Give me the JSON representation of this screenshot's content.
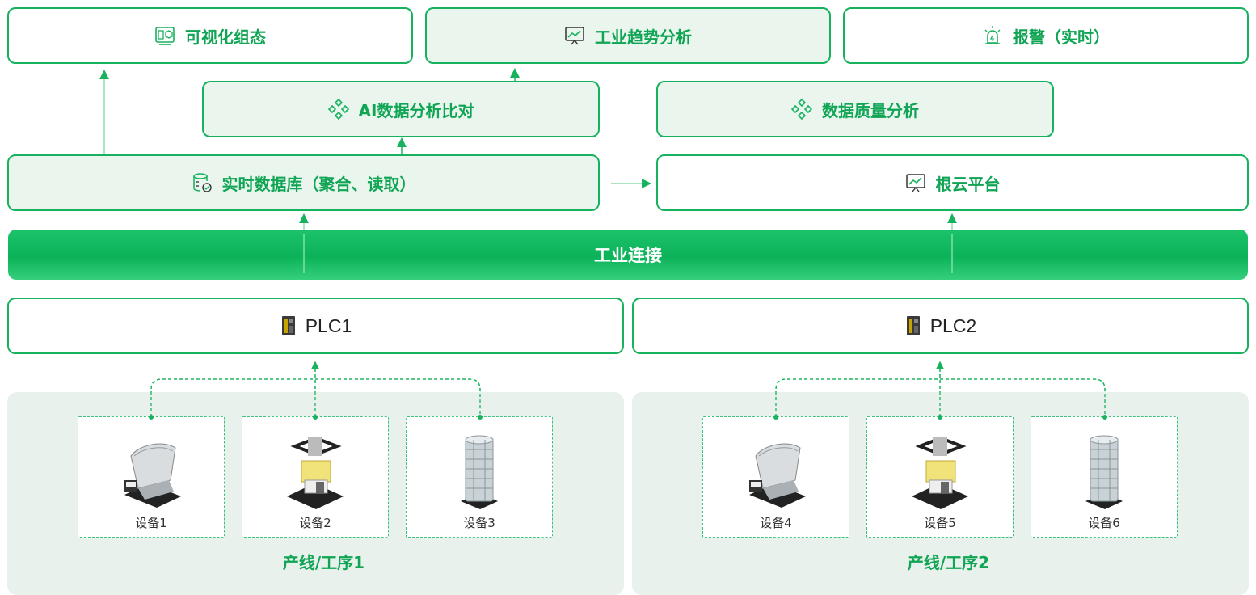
{
  "top": {
    "visual": "可视化组态",
    "trend": "工业趋势分析",
    "alarm": "报警（实时）"
  },
  "middle": {
    "ai": "AI数据分析比对",
    "quality": "数据质量分析"
  },
  "lower": {
    "rtdb": "实时数据库（聚合、读取）",
    "cloud": "根云平台"
  },
  "connect_bar": "工业连接",
  "plcs": [
    "PLC1",
    "PLC2"
  ],
  "lines": [
    {
      "label": "产线/工序1",
      "devices": [
        "设备1",
        "设备2",
        "设备3"
      ]
    },
    {
      "label": "产线/工序2",
      "devices": [
        "设备4",
        "设备5",
        "设备6"
      ]
    }
  ],
  "colors": {
    "accent": "#17b25e",
    "tint": "#eaf5ee",
    "zone": "#e9f1ec"
  },
  "icons": [
    "dashboard-icon",
    "trend-monitor-icon",
    "alarm-light-icon",
    "diamond-cluster-icon",
    "database-icon",
    "plc-device-icon"
  ]
}
